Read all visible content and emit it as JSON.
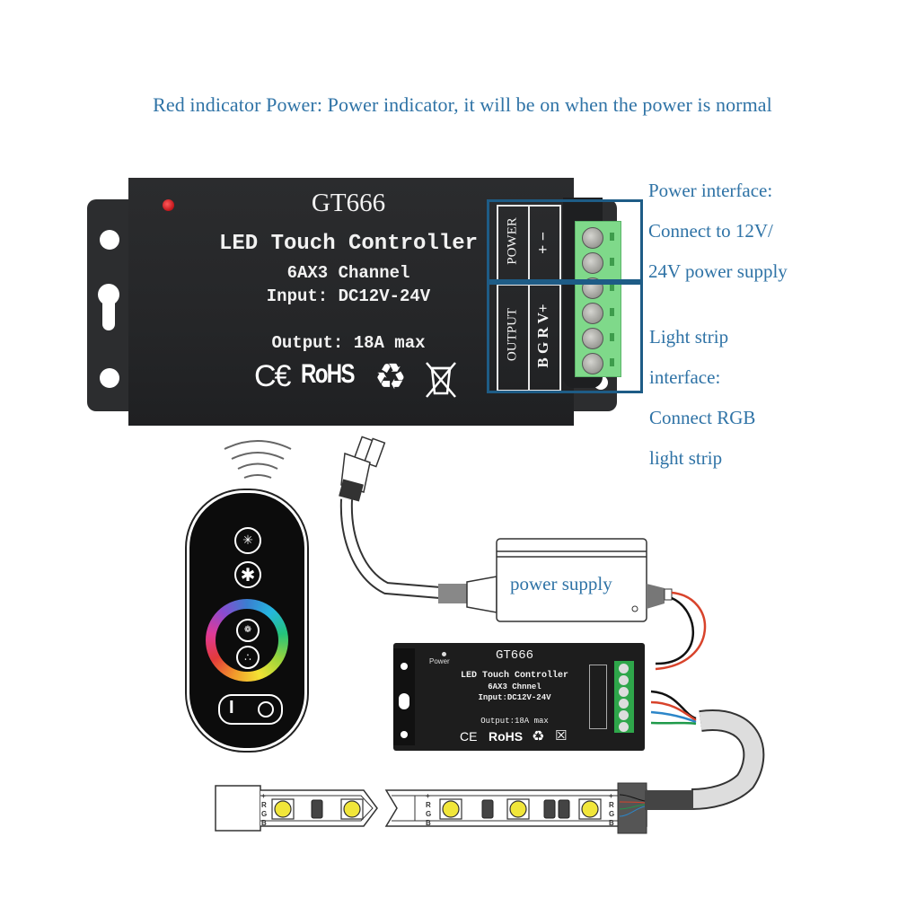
{
  "top_caption": "Red indicator Power: Power indicator, it will be on when the power is normal",
  "controller_photo": {
    "model": "GT666",
    "title": "LED Touch Controller",
    "channel": "6AX3 Channel",
    "input": "Input: DC12V-24V",
    "output": "Output: 18A max",
    "marks": [
      "CE",
      "RoHS",
      "recycle",
      "weee"
    ],
    "power_label": "POWER",
    "power_pins": "+ −",
    "output_label": "OUTPUT",
    "output_pins": "B G R V+",
    "indicator_color": "#d0141a"
  },
  "annotations": {
    "power_interface": [
      "Power interface:",
      "Connect to 12V/",
      "24V power supply"
    ],
    "strip_interface": [
      "Light strip",
      "interface:",
      "Connect RGB",
      "light strip"
    ]
  },
  "wiring_diagram": {
    "power_supply_label": "power supply",
    "small_controller": {
      "indicator_label": "Power",
      "model": "GT666",
      "title": "LED Touch Controller",
      "channel": "6AX3 Chnnel",
      "input": "Input:DC12V-24V",
      "output": "Output:18A max",
      "marks": [
        "CE",
        "RoHS"
      ]
    },
    "strip_pin_labels": [
      "+",
      "R",
      "G",
      "B"
    ],
    "wire_colors": {
      "red": "#d8432b",
      "black": "#111111",
      "green": "#1f9a4a",
      "blue": "#2c86c9"
    }
  },
  "remote": {
    "buttons": [
      "brightness-down",
      "brightness-up",
      "mode-1",
      "mode-2"
    ],
    "switch": {
      "on": "I",
      "off": "O"
    }
  }
}
